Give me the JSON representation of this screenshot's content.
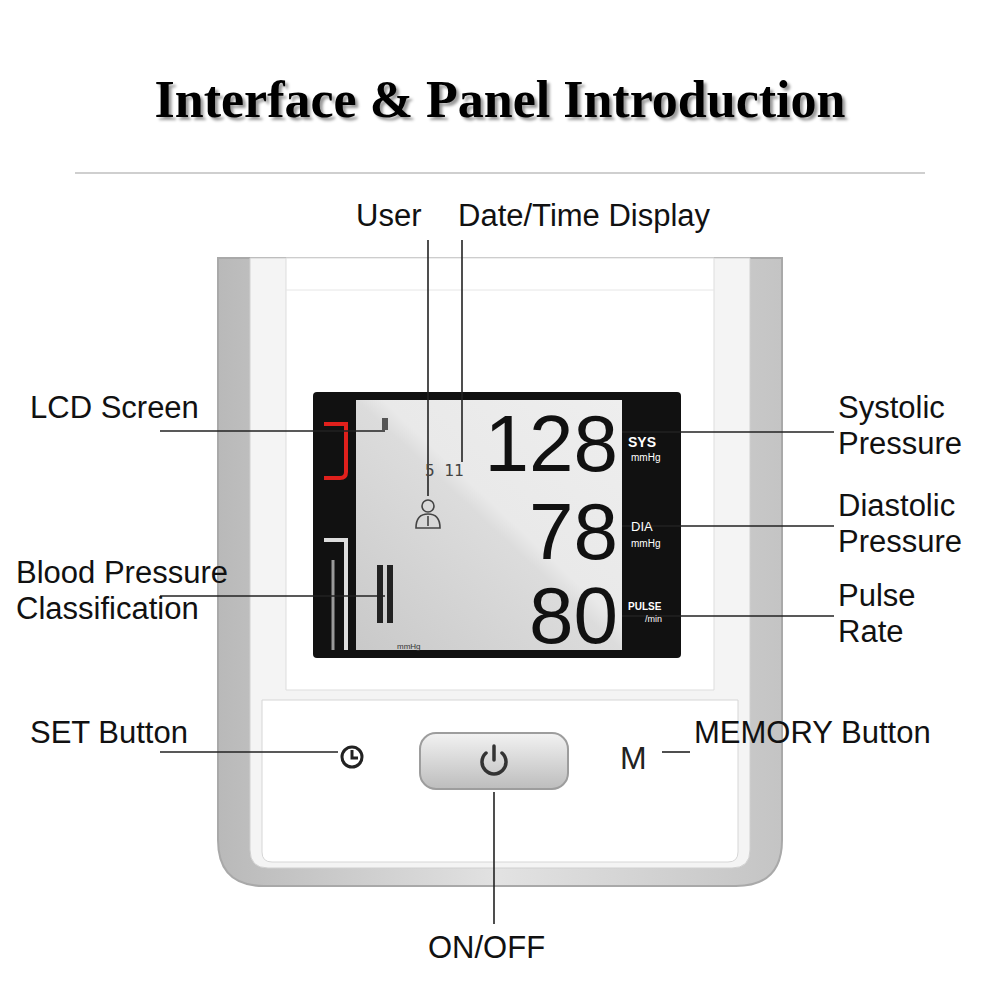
{
  "diagram": {
    "title": "Interface & Panel Introduction",
    "labels": [
      "User",
      "Date/Time Display",
      "LCD Screen",
      "Systolic Pressure",
      "Diastolic Pressure",
      "Blood Pressure Classification",
      "Pulse Rate",
      "SET Button",
      "MEMORY Button",
      "ON/OFF",
      "128",
      "SYS",
      "mmHg",
      "78",
      "DIA",
      "mmHg",
      "80",
      "PULSE",
      "/min",
      "5 11",
      "mmHg",
      "M"
    ]
  }
}
